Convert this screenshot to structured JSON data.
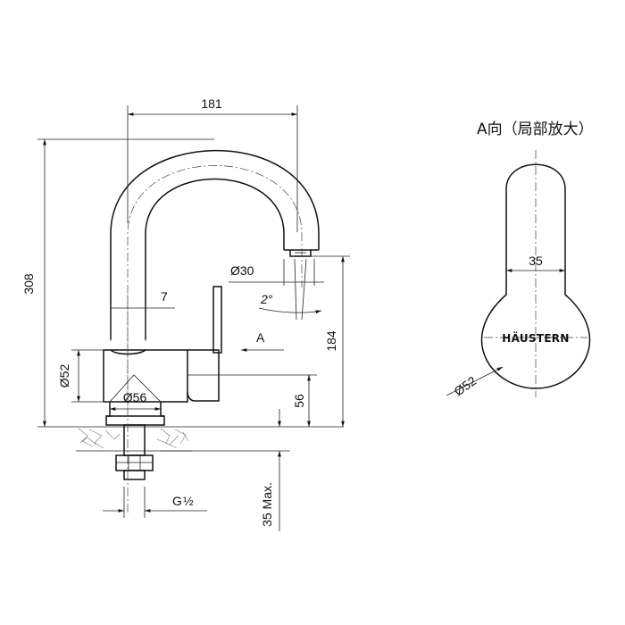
{
  "labels": {
    "width_181": "181",
    "height_308": "308",
    "spout_dia": "Ø30",
    "lever_7": "7",
    "angle_2": "2°",
    "view_a": "A",
    "height_184": "184",
    "body_dia": "Ø52",
    "base_dia": "Ø56",
    "height_56": "56",
    "thread": "G",
    "thread_frac": "½",
    "max_35": "35 Max."
  },
  "detail_view": {
    "title": "A向（局部放大）",
    "width_35": "35",
    "brand": "HÄUSTERN",
    "dia_52": "Ø52"
  }
}
